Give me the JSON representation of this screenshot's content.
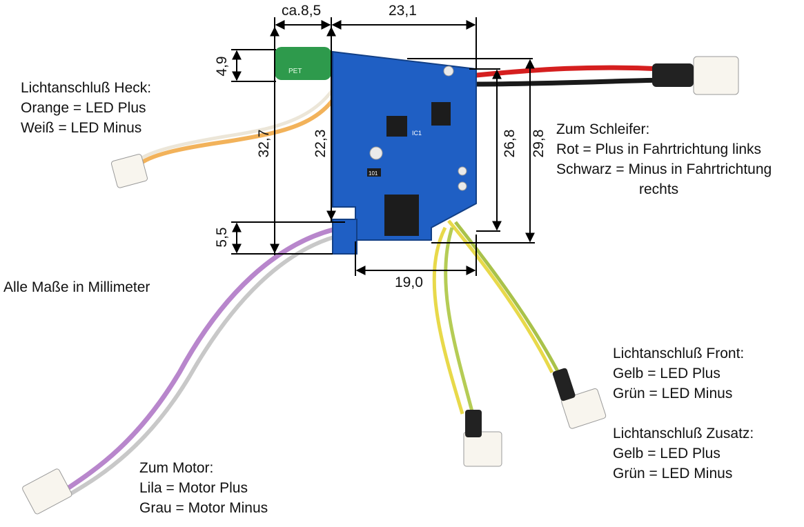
{
  "dimensions": {
    "cap_width": "ca.8,5",
    "board_width": "23,1",
    "cap_height": "4,9",
    "total_height": "32,7",
    "inner_height": "22,3",
    "right_height_a": "26,8",
    "right_height_b": "29,8",
    "bottom_pad_height": "5,5",
    "bottom_width": "19,0"
  },
  "annotations": {
    "heck": {
      "title": "Lichtanschluß Heck:",
      "line1": "Orange = LED Plus",
      "line2": "Weiß = LED Minus"
    },
    "schleifer": {
      "title": "Zum Schleifer:",
      "line1": "Rot = Plus in Fahrtrichtung links",
      "line2": "Schwarz = Minus in Fahrtrichtung",
      "line3": "rechts"
    },
    "masse": "Alle Maße in Millimeter",
    "front": {
      "title": "Lichtanschluß Front:",
      "line1": "Gelb = LED Plus",
      "line2": "Grün = LED Minus"
    },
    "zusatz": {
      "title": "Lichtanschluß Zusatz:",
      "line1": "Gelb = LED Plus",
      "line2": "Grün = LED Minus"
    },
    "motor": {
      "title": "Zum Motor:",
      "line1": "Lila = Motor Plus",
      "line2": "Grau = Motor Minus"
    }
  },
  "board_markings": {
    "capacitor": "PET",
    "ic1": "IC1",
    "resistor_101": "101"
  }
}
